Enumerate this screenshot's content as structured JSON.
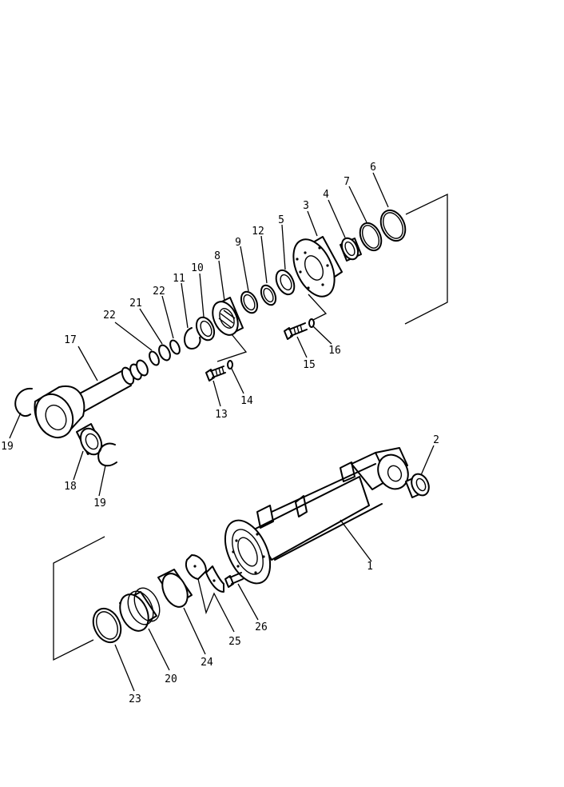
{
  "callouts": [
    {
      "id": "1",
      "label": "1"
    },
    {
      "id": "2",
      "label": "2"
    },
    {
      "id": "3",
      "label": "3"
    },
    {
      "id": "4",
      "label": "4"
    },
    {
      "id": "5",
      "label": "5"
    },
    {
      "id": "6",
      "label": "6"
    },
    {
      "id": "7",
      "label": "7"
    },
    {
      "id": "8",
      "label": "8"
    },
    {
      "id": "9",
      "label": "9"
    },
    {
      "id": "10",
      "label": "10"
    },
    {
      "id": "11",
      "label": "11"
    },
    {
      "id": "12",
      "label": "12"
    },
    {
      "id": "13",
      "label": "13"
    },
    {
      "id": "14",
      "label": "14"
    },
    {
      "id": "15",
      "label": "15"
    },
    {
      "id": "16",
      "label": "16"
    },
    {
      "id": "17",
      "label": "17"
    },
    {
      "id": "18",
      "label": "18"
    },
    {
      "id": "19a",
      "label": "19"
    },
    {
      "id": "19b",
      "label": "19"
    },
    {
      "id": "20",
      "label": "20"
    },
    {
      "id": "21",
      "label": "21"
    },
    {
      "id": "22a",
      "label": "22"
    },
    {
      "id": "22b",
      "label": "22"
    },
    {
      "id": "23",
      "label": "23"
    },
    {
      "id": "24",
      "label": "24"
    },
    {
      "id": "25",
      "label": "25"
    },
    {
      "id": "26",
      "label": "26"
    }
  ]
}
